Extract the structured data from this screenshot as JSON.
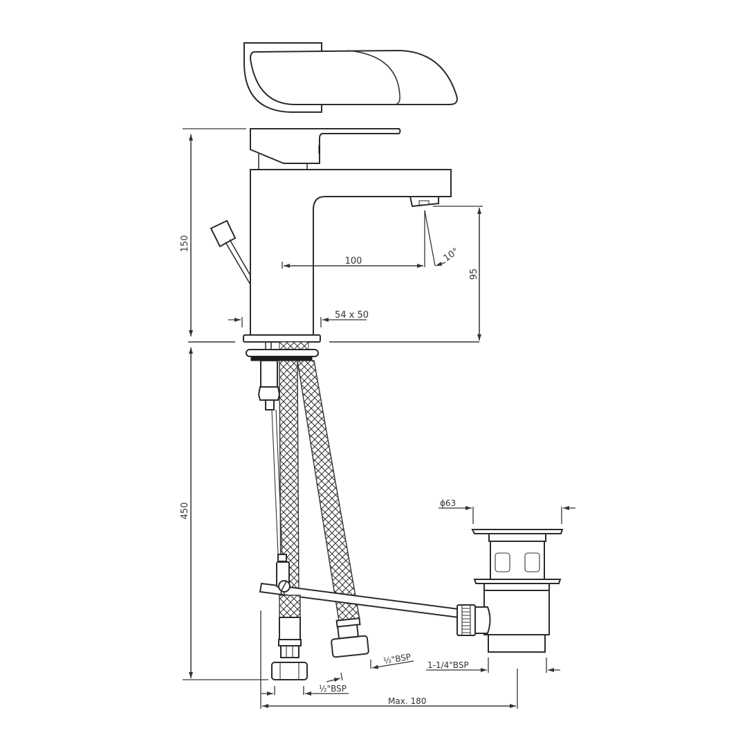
{
  "drawing": {
    "title": "Basin mixer with pop-up waste — technical dimension drawing",
    "views": [
      "top-view-spout",
      "side-elevation"
    ],
    "colors": {
      "line": "#333333",
      "background": "#ffffff"
    }
  },
  "dimensions": {
    "overall_height_above_deck": "150",
    "hose_length_below_deck": "450",
    "spout_reach": "100",
    "spout_height": "95",
    "aerator_angle": "10°",
    "base_size": "54 x 50",
    "waste_diameter": "ϕ63",
    "waste_thread": "1-1/4\"BSP",
    "hose_thread_left": "½\"BSP",
    "hose_thread_right": "½\"BSP",
    "max_spread": "Max. 180"
  }
}
